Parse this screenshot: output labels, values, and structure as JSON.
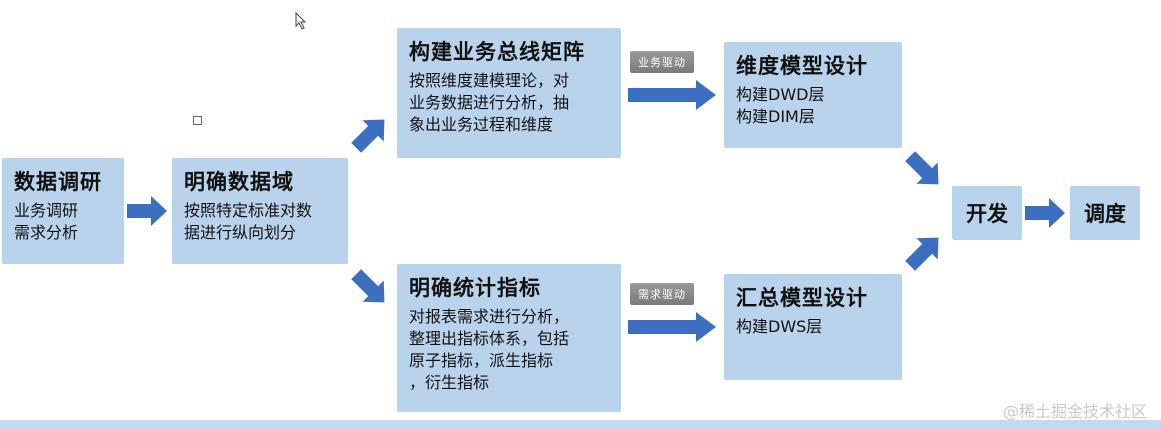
{
  "nodes": {
    "research": {
      "title": "数据调研",
      "desc": "业务调研\n需求分析"
    },
    "domain": {
      "title": "明确数据域",
      "desc": "按照特定标准对数\n据进行纵向划分"
    },
    "bus_matrix": {
      "title": "构建业务总线矩阵",
      "desc": "按照维度建模理论，对\n业务数据进行分析，抽\n象出业务过程和维度"
    },
    "metrics": {
      "title": "明确统计指标",
      "desc": "对报表需求进行分析，\n整理出指标体系，包括\n原子指标，派生指标\n，衍生指标"
    },
    "dim_model": {
      "title": "维度模型设计",
      "desc": "构建DWD层\n构建DIM层"
    },
    "summary_model": {
      "title": "汇总模型设计",
      "desc": "构建DWS层"
    },
    "develop": {
      "title": "开发"
    },
    "schedule": {
      "title": "调度"
    }
  },
  "tags": {
    "business_driven": "业务驱动",
    "demand_driven": "需求驱动"
  },
  "watermark": "@稀土掘金技术社区",
  "colors": {
    "box": "#b9d3ec",
    "arrow": "#3d6fc0",
    "tag": "#8a8a8a"
  }
}
